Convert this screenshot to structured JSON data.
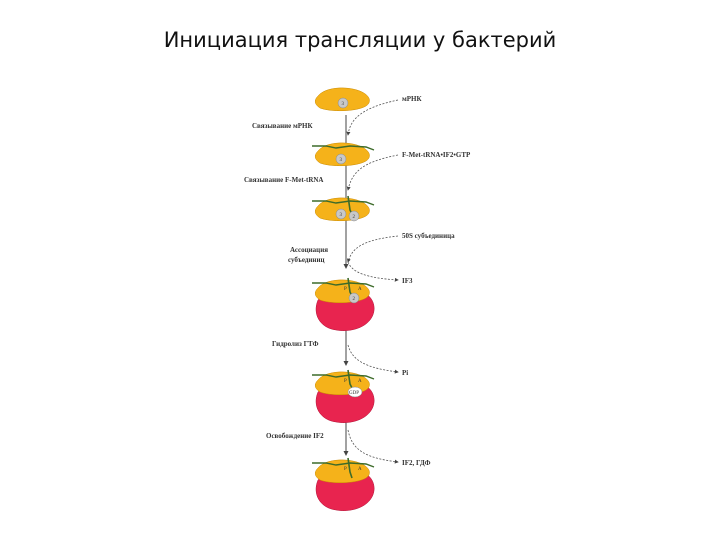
{
  "title": "Инициация трансляции у бактерий",
  "colors": {
    "small_subunit": "#f5b21a",
    "large_subunit": "#e8244f",
    "factor": "#c8c8c8",
    "trna": "#3d6b2a",
    "arrow": "#444444"
  },
  "steps_left": [
    "Связывание мРНК",
    "Связывание F-Met-tRNA",
    "Ассоциация",
    "субъединиц",
    "Гидролиз ГТФ",
    "Освобождение IF2"
  ],
  "inputs_right": [
    "мРНК",
    "F-Met-tRNA•IF2•GTP",
    "50S субъединица",
    "IF3",
    "Pi",
    "IF2, ГДФ"
  ],
  "site_labels": {
    "p": "P",
    "a": "A",
    "factor_1": "1",
    "factor_2": "2",
    "factor_3": "3",
    "gdp": "GDP"
  }
}
